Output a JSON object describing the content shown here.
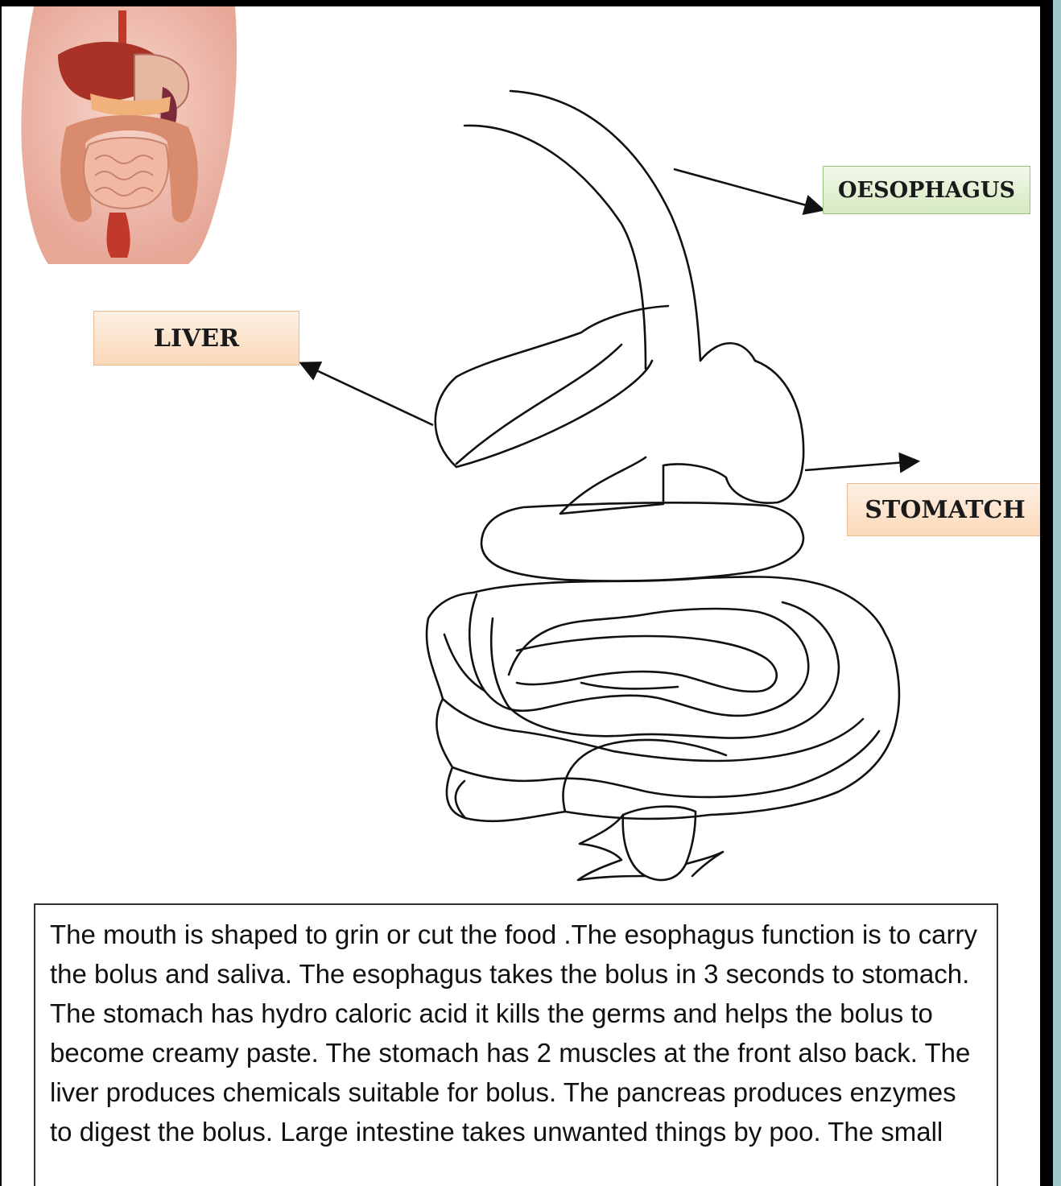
{
  "labels": {
    "liver": "LIVER",
    "oesophagus": "OESOPHAGUS",
    "stomach": "STOMATCH"
  },
  "description": "The mouth is shaped to grin or cut the food .The esophagus function is to carry the bolus and saliva. The esophagus takes the bolus in 3 seconds to stomach. The stomach has hydro caloric acid it kills the germs and helps the bolus to become creamy paste. The stomach has 2 muscles at the front also back. The liver produces chemicals suitable for bolus. The pancreas produces enzymes to digest the bolus. Large intestine takes unwanted things by poo. The small",
  "colors": {
    "frame": "#000000",
    "side": "#9fc8c8",
    "liver_box": "#fbd9b9",
    "oesophagus_box": "#d5e9c1",
    "stomach_box": "#fbd9b9"
  }
}
